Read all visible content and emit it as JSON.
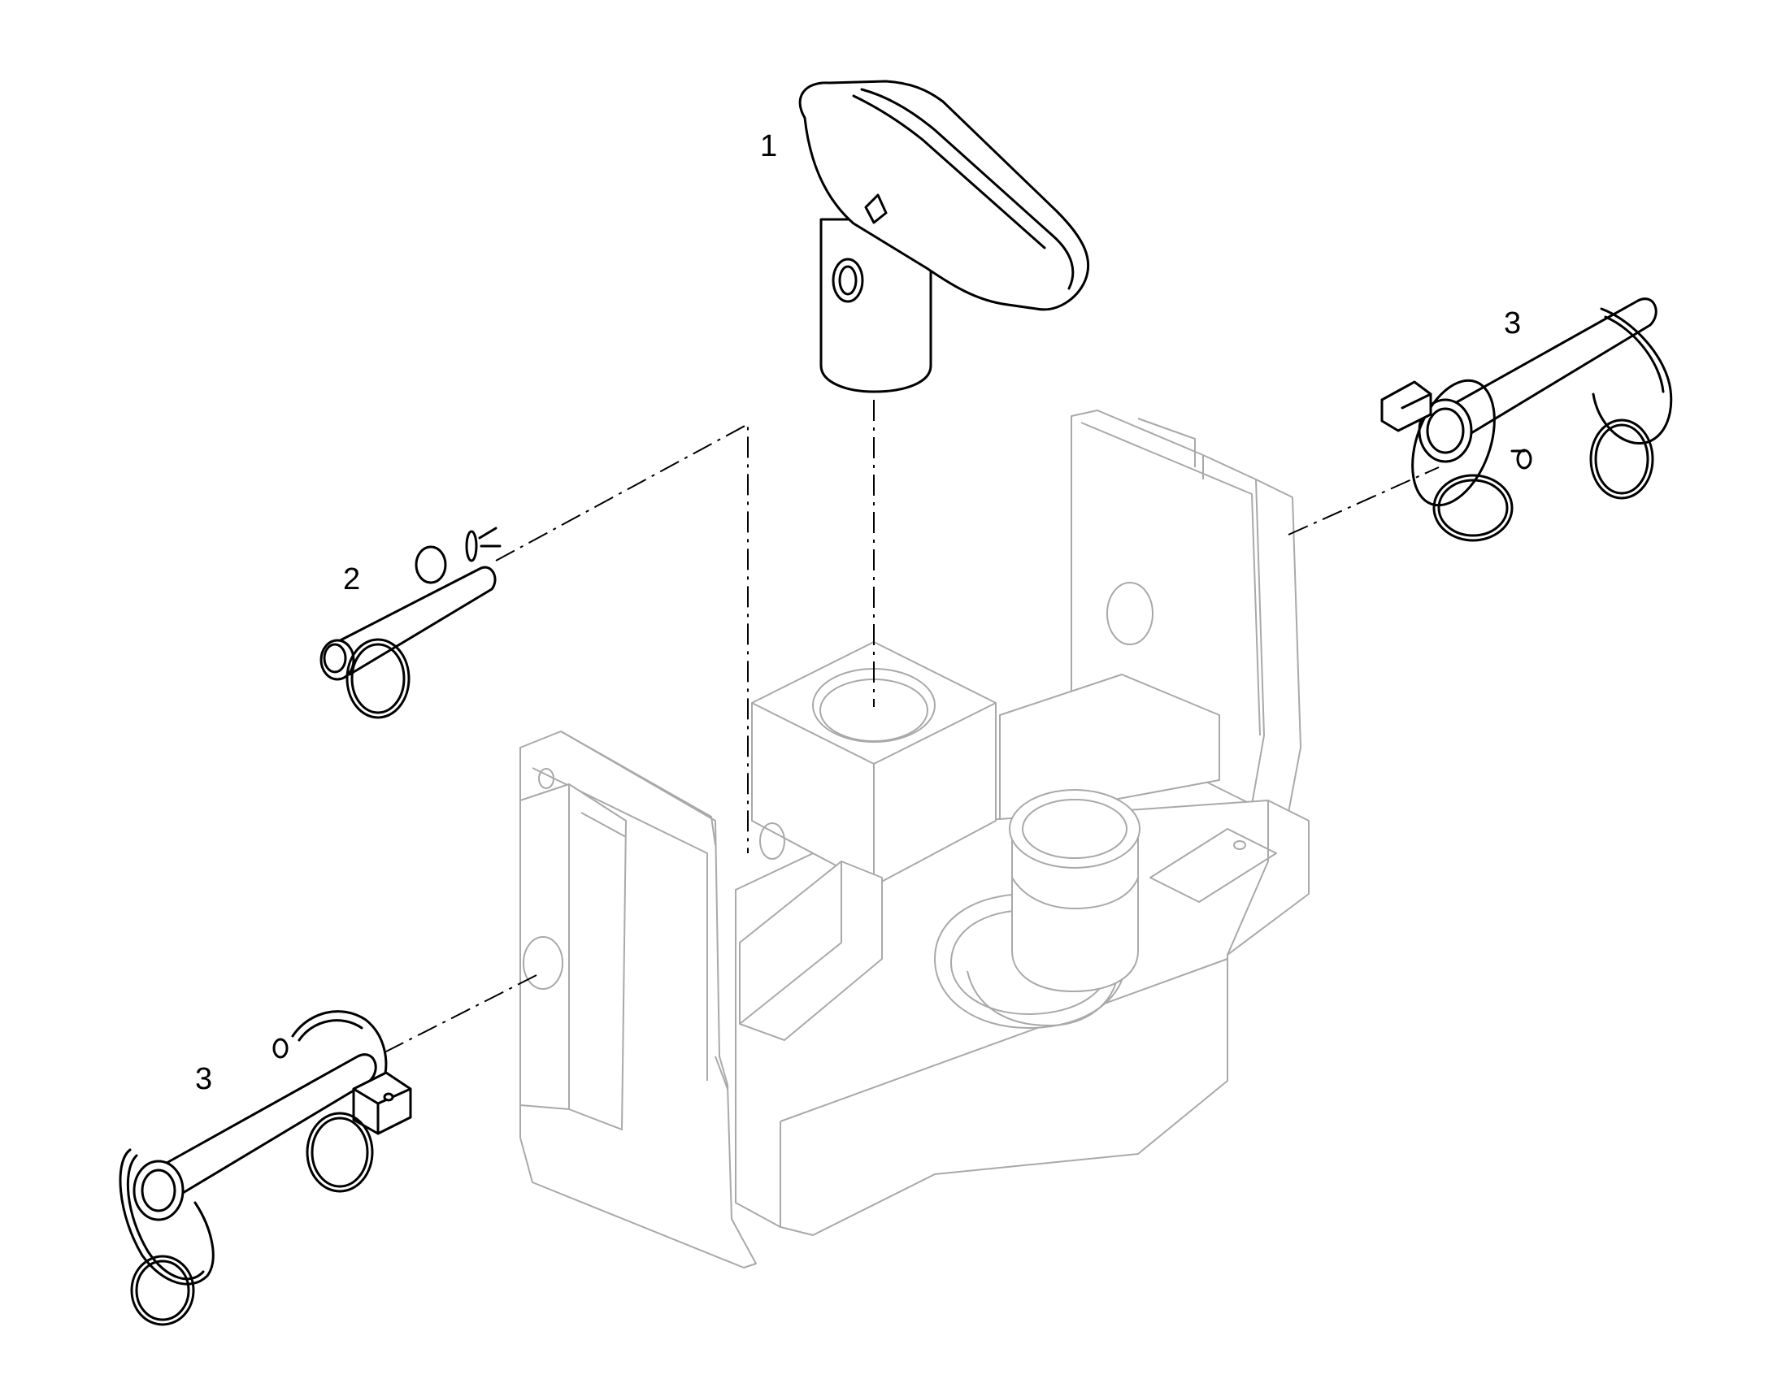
{
  "callouts": [
    {
      "id": "pin-handle",
      "label": "1"
    },
    {
      "id": "pin-small",
      "label": "2"
    },
    {
      "id": "pin-right",
      "label": "3"
    },
    {
      "id": "pin-left",
      "label": "3"
    }
  ],
  "colors": {
    "line": "#000000",
    "housing": "#a9a9a9",
    "background": "#ffffff"
  }
}
